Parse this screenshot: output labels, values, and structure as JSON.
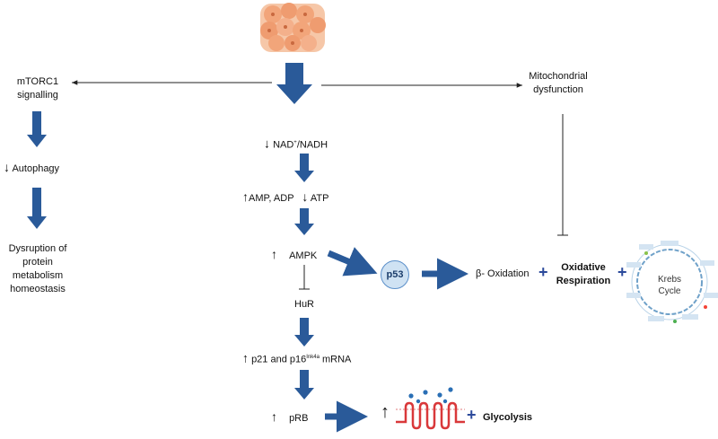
{
  "left_branch": {
    "mtorc1": "mTORC1\nsignalling",
    "autophagy": "Autophagy",
    "disruption": "Dysruption of\nprotein\nmetabolism\nhomeostasis"
  },
  "center": {
    "nad": "NAD",
    "nad_sup": "+",
    "nad_rest": "/NADH",
    "amp_adp": "AMP, ADP",
    "atp": "ATP",
    "ampk": "AMPK",
    "p53": "p53",
    "hur": "HuR",
    "p21": "p21 and p16",
    "p21_sup": "Ink4a",
    "mrna": " mRNA",
    "prb": "pRB",
    "glycolysis": "Glycolysis"
  },
  "right_branch": {
    "mito": "Mitochondrial\ndysfunction",
    "beta_ox": "β- Oxidation",
    "ox_resp": "Oxidative\nRespiration",
    "krebs": "Krebs\nCycle"
  },
  "symbols": {
    "plus": "+",
    "up": "↑",
    "down": "↓"
  },
  "colors": {
    "arrow_blue": "#2a5a99",
    "cell_orange": "#f2a57a",
    "receptor_red": "#d9383a",
    "dot_blue": "#2a6fb5"
  }
}
